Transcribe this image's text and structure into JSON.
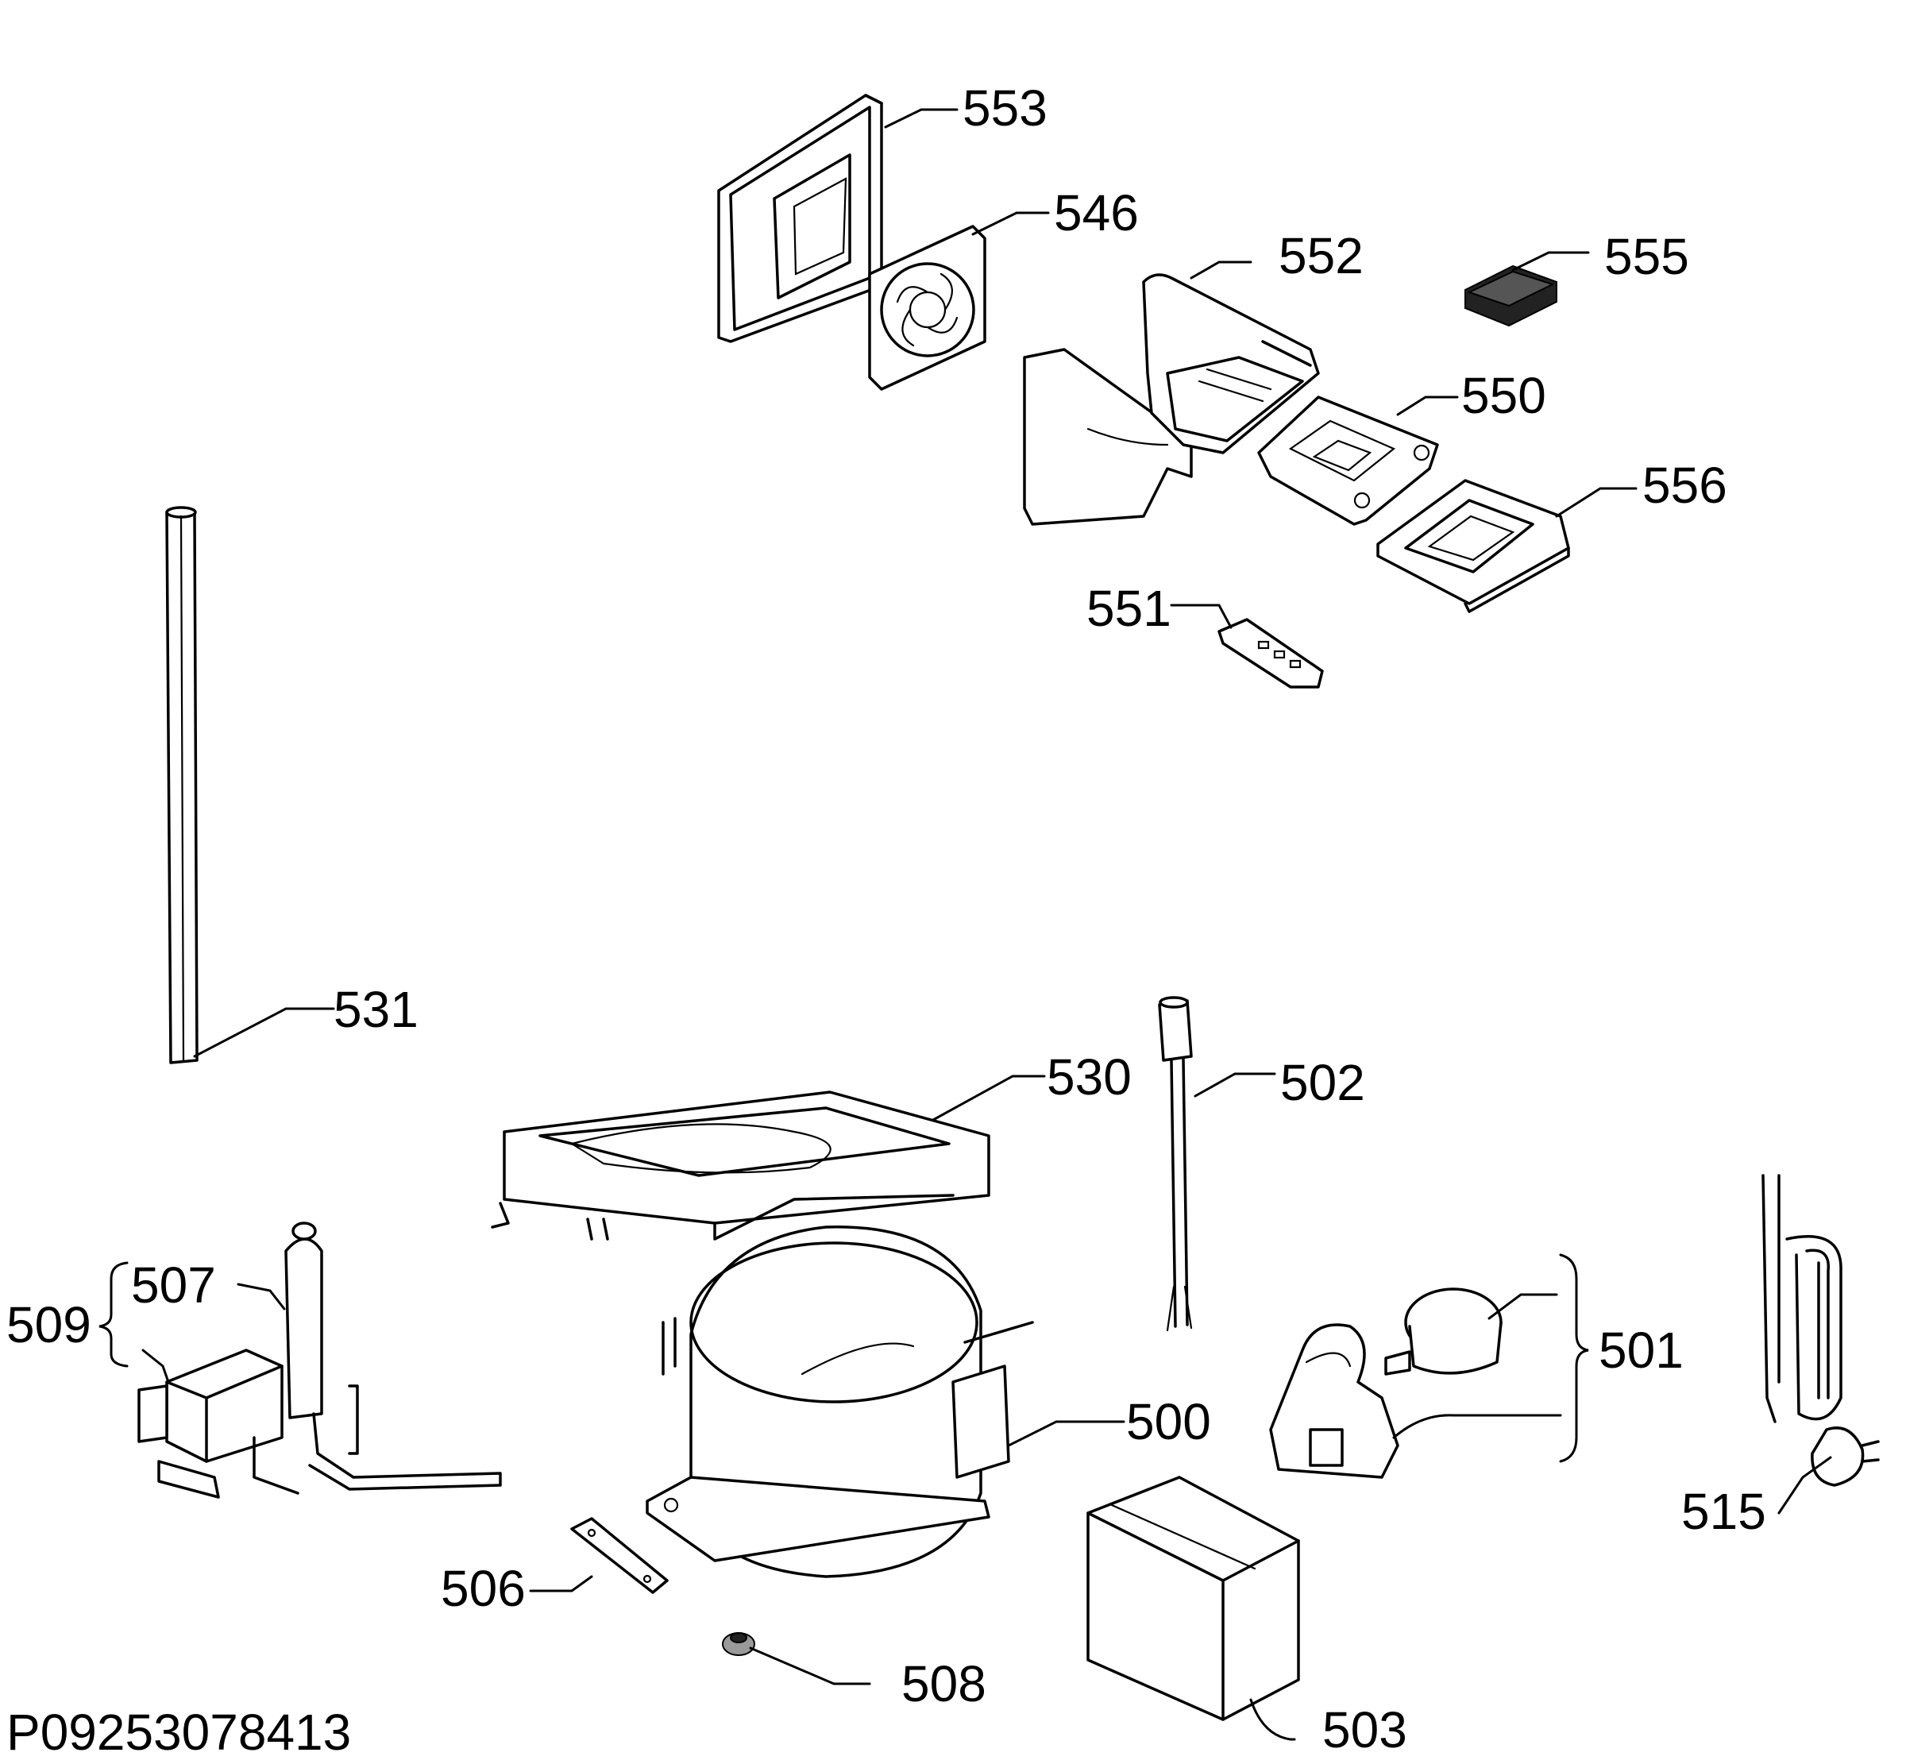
{
  "labels": {
    "p553": "553",
    "p546": "546",
    "p552": "552",
    "p555": "555",
    "p550": "550",
    "p556": "556",
    "p551": "551",
    "p531": "531",
    "p530": "530",
    "p502": "502",
    "p509": "509",
    "p507": "507",
    "p501": "501",
    "p500": "500",
    "p515": "515",
    "p506": "506",
    "p508": "508",
    "p503": "503"
  },
  "drawing_code": "P09253078413"
}
